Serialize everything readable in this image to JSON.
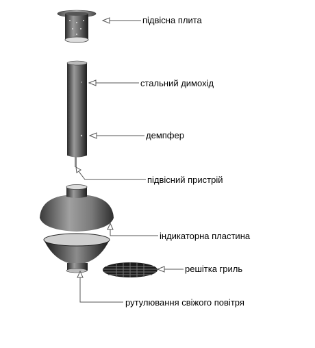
{
  "labels": {
    "hanging_plate": "підвісна плита",
    "steel_chimney": "стальний димохід",
    "damper": "демпфер",
    "hanging_device": "підвісний пристрій",
    "indicator_plate": "індикаторна пластина",
    "grill_grate": "решітка гриль",
    "fresh_air_control": "рутулювання свіжого повітря"
  }
}
